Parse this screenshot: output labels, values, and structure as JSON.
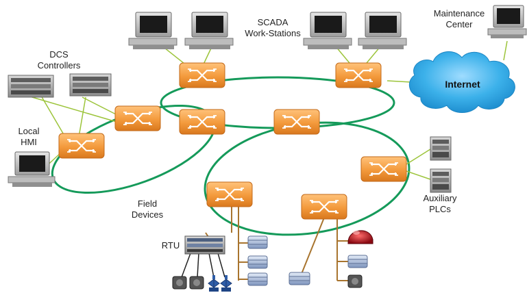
{
  "labels": {
    "scada": [
      "SCADA",
      "Work-Stations"
    ],
    "maintenance": [
      "Maintenance",
      "Center"
    ],
    "dcs": [
      "DCS",
      "Controllers"
    ],
    "internet": "Internet",
    "hmi": [
      "Local",
      "HMI"
    ],
    "field": [
      "Field",
      "Devices"
    ],
    "aux": [
      "Auxiliary",
      "PLCs"
    ],
    "rtu": "RTU"
  },
  "colors": {
    "ring": "#159a5a",
    "link": "#9cc43a",
    "switch_fill": "#f4a24a",
    "switch_dark": "#d97a1c",
    "cloud_fill": "#3aaee8",
    "cloud_light": "#8fd6ff",
    "bus": "#a8742e"
  }
}
